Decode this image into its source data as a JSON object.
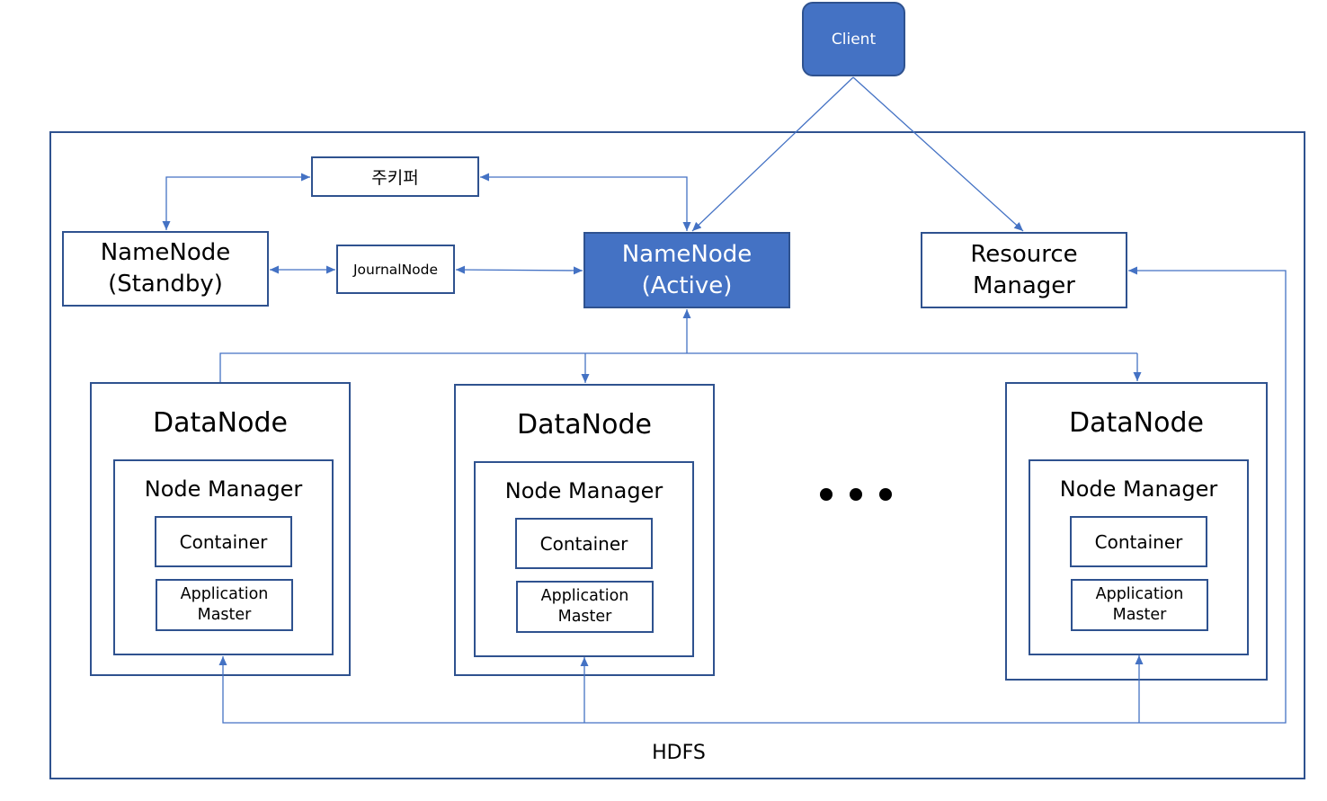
{
  "colors": {
    "accent_fill": "#4472C4",
    "box_border": "#2F528F",
    "connector": "#4472C4",
    "text": "#000000",
    "text_on_accent": "#FFFFFF"
  },
  "client": {
    "label": "Client"
  },
  "hdfs": {
    "label": "HDFS"
  },
  "zookeeper": {
    "label": "주키퍼"
  },
  "journal_node": {
    "label": "JournalNode"
  },
  "namenode_standby": {
    "line1": "NameNode",
    "line2": "(Standby)"
  },
  "namenode_active": {
    "line1": "NameNode",
    "line2": "(Active)"
  },
  "resource_manager": {
    "line1": "Resource",
    "line2": "Manager"
  },
  "datanodes": [
    {
      "title": "DataNode",
      "node_manager": {
        "label": "Node Manager",
        "container": "Container",
        "app_master": {
          "line1": "Application",
          "line2": "Master"
        }
      }
    },
    {
      "title": "DataNode",
      "node_manager": {
        "label": "Node Manager",
        "container": "Container",
        "app_master": {
          "line1": "Application",
          "line2": "Master"
        }
      }
    },
    {
      "title": "DataNode",
      "node_manager": {
        "label": "Node Manager",
        "container": "Container",
        "app_master": {
          "line1": "Application",
          "line2": "Master"
        }
      }
    }
  ]
}
